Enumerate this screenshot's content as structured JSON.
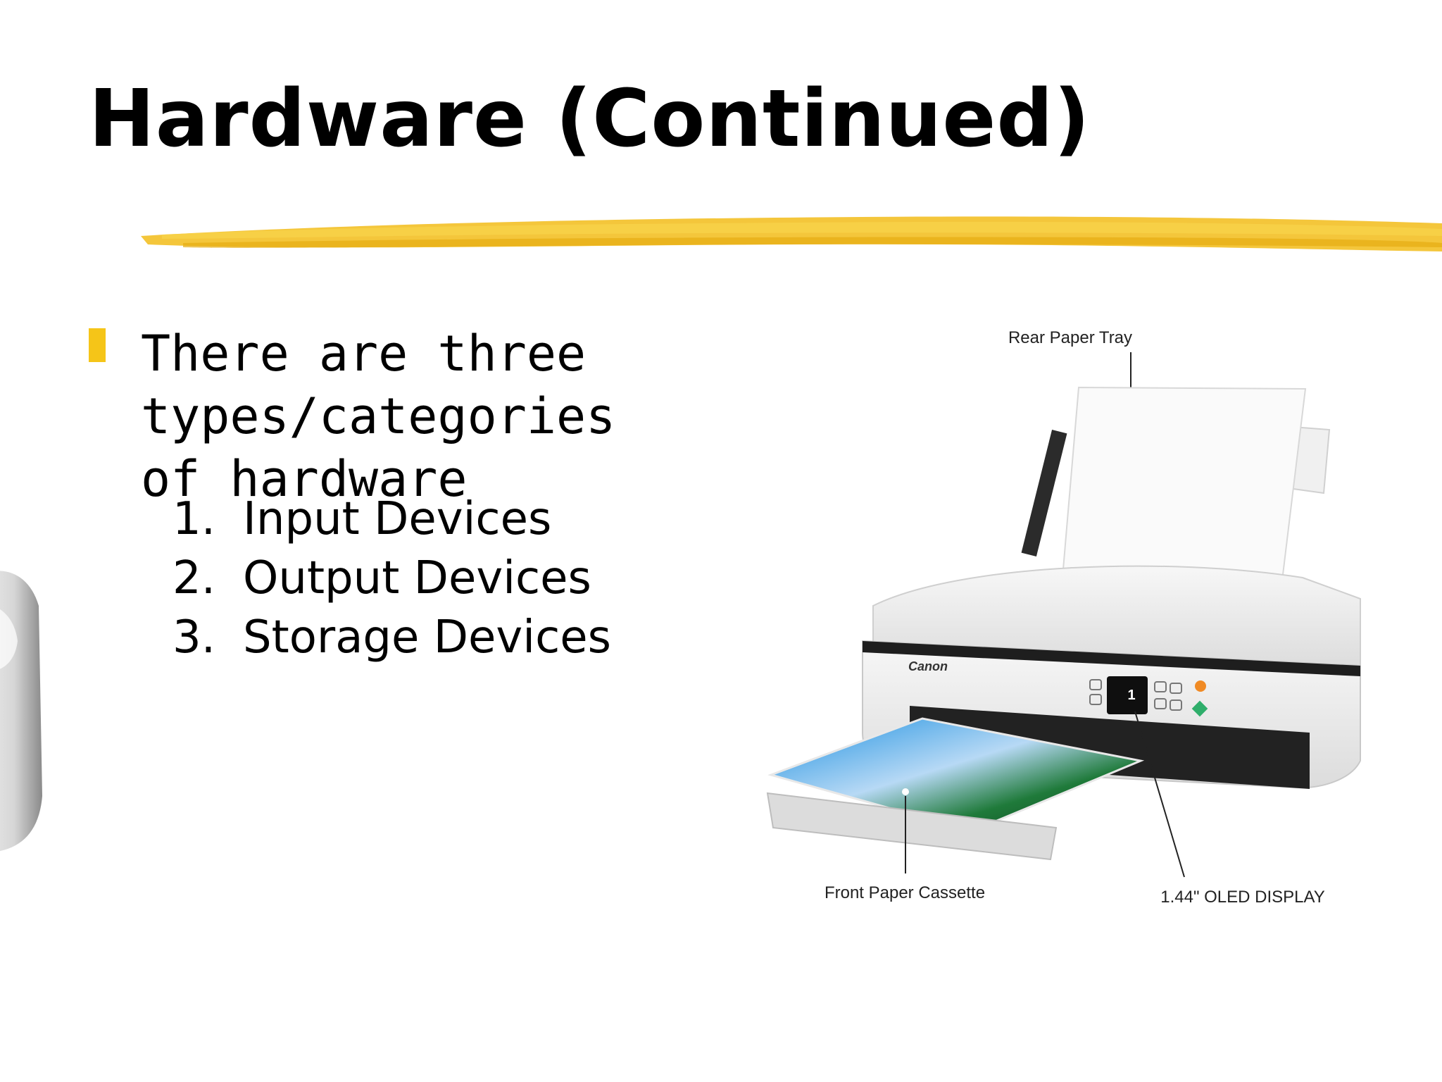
{
  "slide": {
    "title": "Hardware (Continued)",
    "bullet": "There are three types/categories of hardware",
    "items": [
      {
        "number": "1.",
        "label": "Input Devices"
      },
      {
        "number": "2.",
        "label": "Output Devices"
      },
      {
        "number": "3.",
        "label": "Storage Devices"
      }
    ]
  },
  "figure": {
    "labels": {
      "rear_tray": "Rear Paper Tray",
      "front_cassette": "Front Paper Cassette",
      "display": "1.44\" OLED DISPLAY",
      "brand": "Canon",
      "screen_digit": "1"
    }
  },
  "colors": {
    "accent": "#f5c518",
    "brush": "#f3c12a",
    "text": "#000000",
    "background": "#ffffff"
  },
  "icons": [
    "bullet-square",
    "yellow-brush-stroke",
    "printer-image",
    "mouse-image"
  ]
}
